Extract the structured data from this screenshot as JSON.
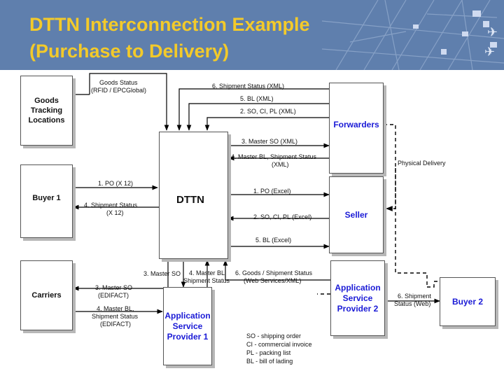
{
  "title": {
    "line1": "DTTN Interconnection Example",
    "line2": "(Purchase to Delivery)"
  },
  "nodes": {
    "goods_tracking": "Goods Tracking Locations",
    "forwarders": "Forwarders",
    "dttn": "DTTN",
    "buyer1": "Buyer 1",
    "seller": "Seller",
    "carriers": "Carriers",
    "asp1": "Application Service Provider 1",
    "asp2": "Application Service Provider 2",
    "buyer2": "Buyer 2"
  },
  "messages": {
    "goods_status_1": "Goods Status",
    "goods_status_2": "(RFID / EPCGlobal)",
    "shipment_status": "6. Shipment Status (XML)",
    "bl_xml": "5. BL (XML)",
    "so_ci_pl_xml": "2. SO, CI, PL (XML)",
    "master_so_xml": "3. Master SO (XML)",
    "master_bl_1": "4. Master BL, Shipment Status",
    "master_bl_2": "(XML)",
    "physical_delivery": "Physical Delivery",
    "po_x12": "1. PO (X 12)",
    "shipment_status_x12_1": "4. Shipment Status",
    "shipment_status_x12_2": "(X 12)",
    "po_excel": "1. PO (Excel)",
    "so_ci_pl_excel": "2. SO, CI, PL (Excel)",
    "bl_excel": "5. BL (Excel)",
    "master_so": "3. Master SO",
    "master_bl_ss_1": "4. Master BL",
    "master_bl_ss_2": "Shipment Status",
    "goods_ss_1": "6. Goods / Shipment Status",
    "goods_ss_2": "(Web Services/XML)",
    "master_so_edifact_1": "3. Master SO",
    "master_so_edifact_2": "(EDIFACT)",
    "master_bl_edifact_1": "4. Master BL,",
    "master_bl_edifact_2": "Shipment Status",
    "master_bl_edifact_3": "(EDIFACT)",
    "shipment_web_1": "6. Shipment",
    "shipment_web_2": "Status (Web)"
  },
  "legend": [
    "SO - shipping order",
    "CI - commercial invoice",
    "PL - packing list",
    "BL - bill of lading"
  ],
  "colors": {
    "header_bg": "#5f7fad",
    "title": "#f3ca2a",
    "node_text_blue": "#1a1ad6"
  }
}
